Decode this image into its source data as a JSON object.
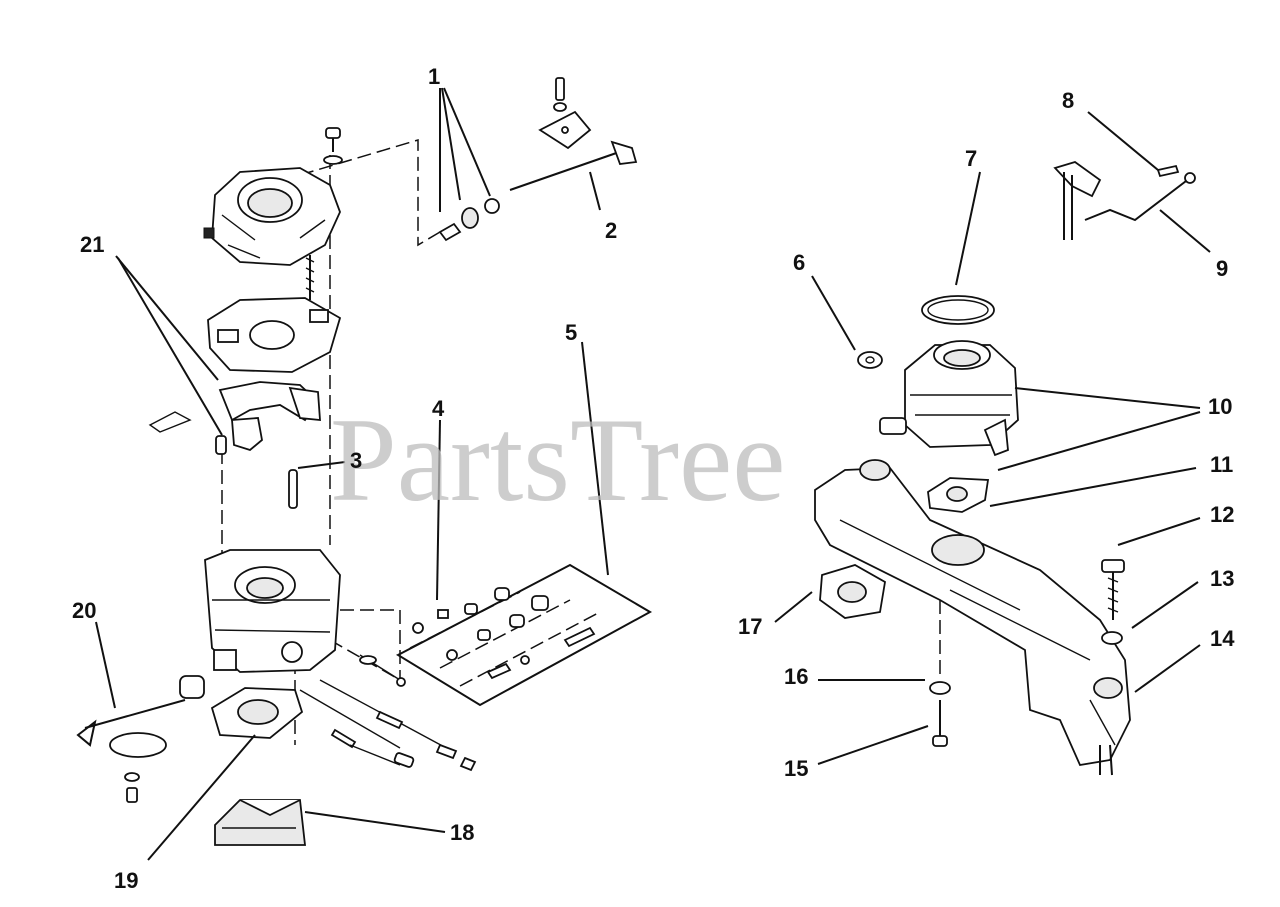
{
  "watermark": "PartsTree",
  "callouts": [
    {
      "id": "1",
      "label": "1"
    },
    {
      "id": "2",
      "label": "2"
    },
    {
      "id": "3",
      "label": "3"
    },
    {
      "id": "4",
      "label": "4"
    },
    {
      "id": "5",
      "label": "5"
    },
    {
      "id": "6",
      "label": "6"
    },
    {
      "id": "7",
      "label": "7"
    },
    {
      "id": "8",
      "label": "8"
    },
    {
      "id": "9",
      "label": "9"
    },
    {
      "id": "10",
      "label": "10"
    },
    {
      "id": "11",
      "label": "11"
    },
    {
      "id": "12",
      "label": "12"
    },
    {
      "id": "13",
      "label": "13"
    },
    {
      "id": "14",
      "label": "14"
    },
    {
      "id": "15",
      "label": "15"
    },
    {
      "id": "16",
      "label": "16"
    },
    {
      "id": "17",
      "label": "17"
    },
    {
      "id": "18",
      "label": "18"
    },
    {
      "id": "19",
      "label": "19"
    },
    {
      "id": "20",
      "label": "20"
    },
    {
      "id": "21",
      "label": "21"
    }
  ]
}
